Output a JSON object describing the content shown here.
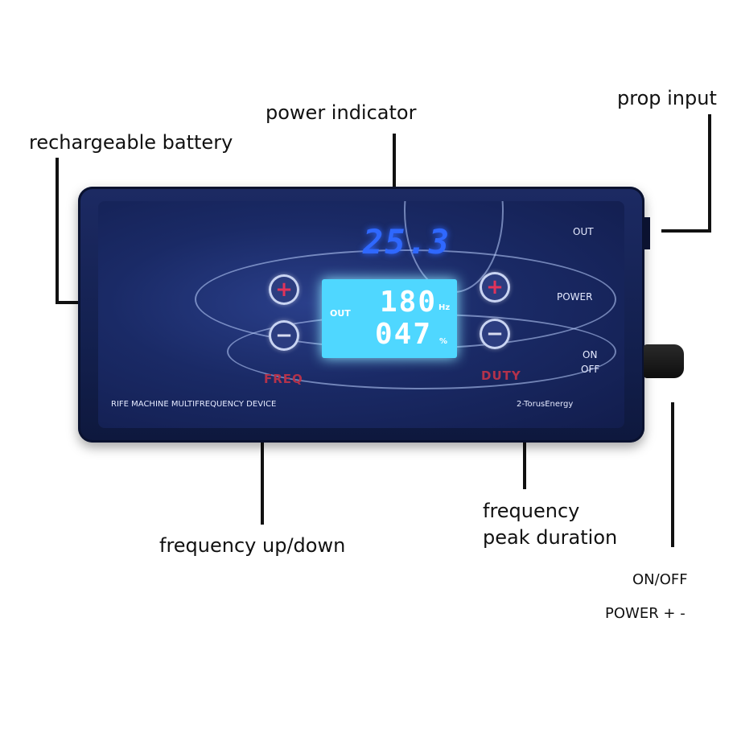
{
  "callouts": {
    "power_indicator": "power indicator",
    "rechargeable_battery": "rechargeable battery",
    "prop_input": "prop input",
    "frequency_up_down": "frequency  up/down",
    "frequency_peak_duration_1": "frequency",
    "frequency_peak_duration_2": "peak duration",
    "on_off": "ON/OFF",
    "power_plus_minus": "POWER + -"
  },
  "device": {
    "power_display": "25.3",
    "lcd": {
      "out_label": "OUT",
      "frequency": "180",
      "frequency_unit": "Hz",
      "duty": "047",
      "duty_unit": "%"
    },
    "freq_label": "FREQ",
    "duty_label": "DUTY",
    "out_label": "OUT",
    "power_label": "POWER",
    "on_label": "ON",
    "off_label": "OFF",
    "model_text": "RIFE MACHINE MULTIFREQUENCY DEVICE",
    "brand_text": "2-TorusEnergy"
  }
}
